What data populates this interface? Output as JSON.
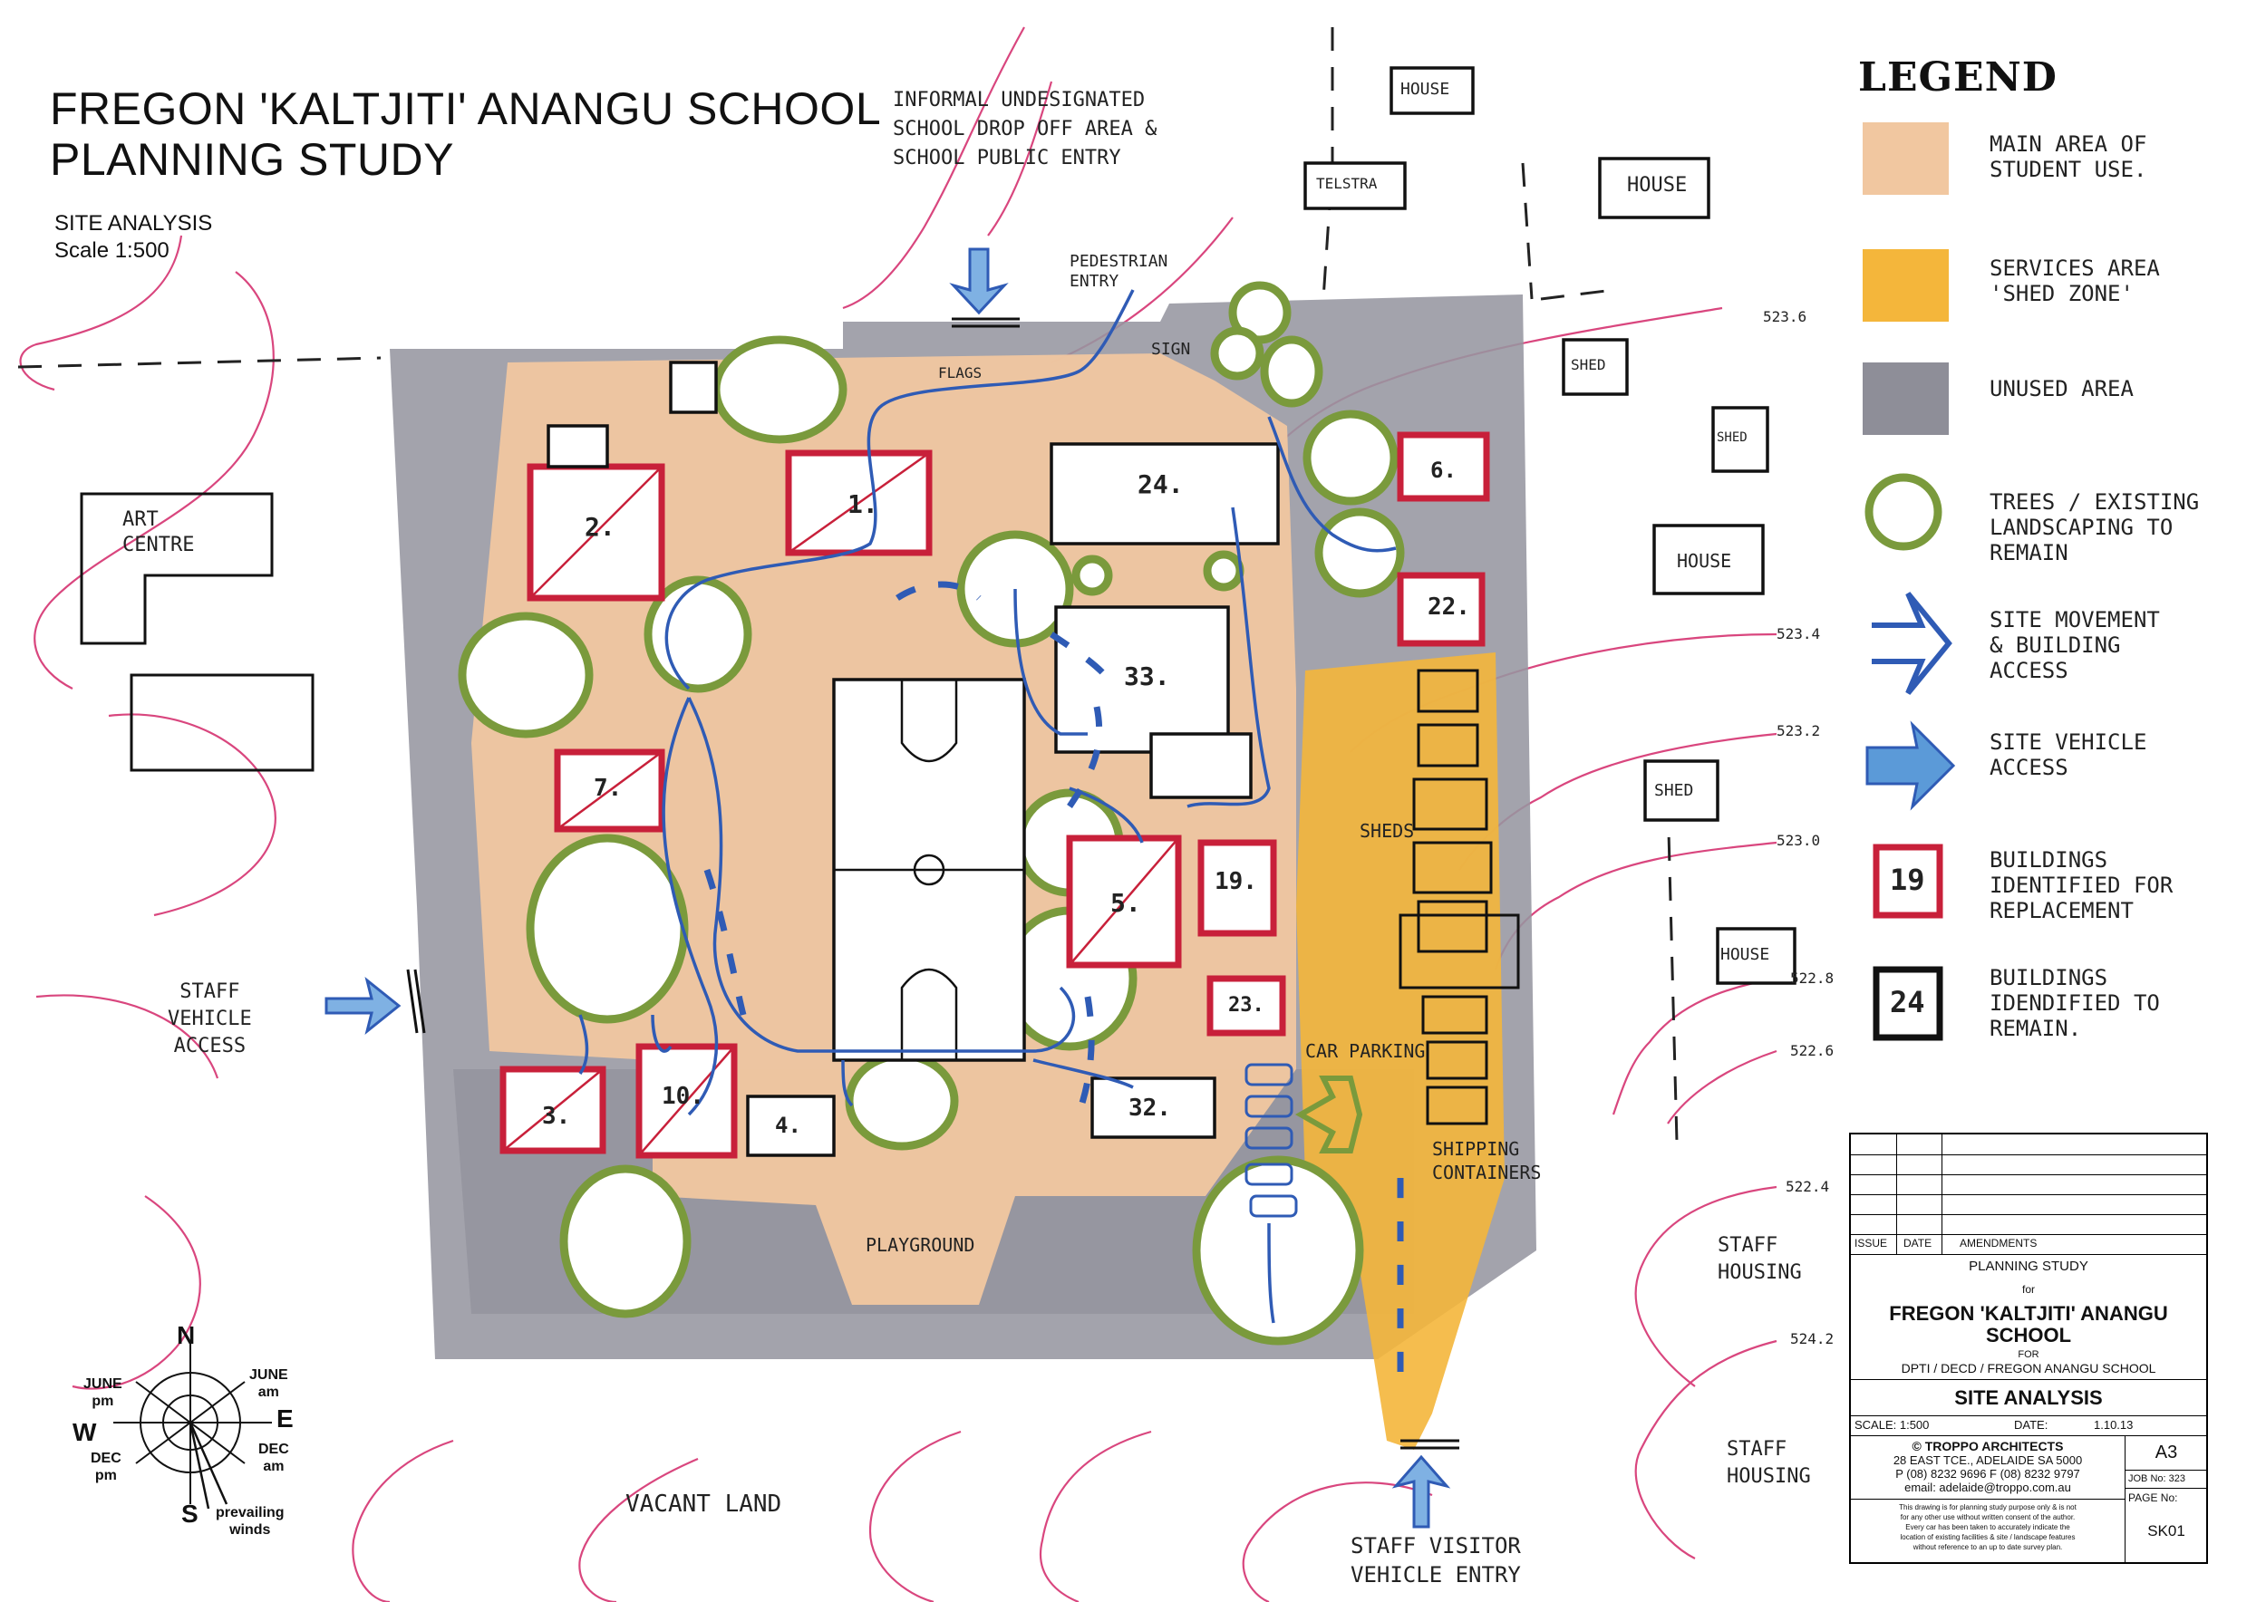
{
  "title_line1": "FREGON 'KALTJITI' ANANGU SCHOOL",
  "title_line2": "PLANNING STUDY",
  "subtitle_line1": "SITE ANALYSIS",
  "subtitle_line2": "Scale 1:500",
  "annotations": {
    "drop_off": [
      "INFORMAL UNDESIGNATED",
      "SCHOOL DROP OFF AREA &",
      "SCHOOL PUBLIC ENTRY"
    ],
    "pedestrian_entry": [
      "PEDESTRIAN",
      "ENTRY"
    ],
    "sign": "SIGN",
    "flags": "FLAGS",
    "art_centre": [
      "ART",
      "CENTRE"
    ],
    "staff_vehicle_access": [
      "STAFF",
      "VEHICLE",
      "ACCESS"
    ],
    "vacant_land": "VACANT LAND",
    "playground": "PLAYGROUND",
    "sheds": "SHEDS",
    "car_parking": "CAR PARKING",
    "shipping_containers": [
      "SHIPPING",
      "CONTAINERS"
    ],
    "staff_housing_1": [
      "STAFF",
      "HOUSING"
    ],
    "staff_housing_2": [
      "STAFF",
      "HOUSING"
    ],
    "staff_visitor_entry": [
      "STAFF VISITOR",
      "VEHICLE ENTRY"
    ],
    "house_top": "HOUSE",
    "telstra": "TELSTRA",
    "house_1": "HOUSE",
    "house_2": "HOUSE",
    "house_3": "HOUSE",
    "shed_1": "SHED",
    "shed_2": "SHED",
    "shed_3": "SHED"
  },
  "contours": [
    "523.6",
    "523.4",
    "523.2",
    "523.0",
    "522.8",
    "522.6",
    "522.4",
    "524.2"
  ],
  "buildings": {
    "b1": "1.",
    "b2": "2.",
    "b3": "3.",
    "b4": "4.",
    "b5": "5.",
    "b6": "6.",
    "b7": "7.",
    "b10": "10.",
    "b19": "19.",
    "b22": "22.",
    "b23": "23.",
    "b24": "24.",
    "b32": "32.",
    "b33": "33."
  },
  "compass": {
    "n": "N",
    "s": "S",
    "e": "E",
    "w": "W",
    "june_pm": [
      "JUNE",
      "pm"
    ],
    "june_am": [
      "JUNE",
      "am"
    ],
    "dec_pm": [
      "DEC",
      "pm"
    ],
    "dec_am": [
      "DEC",
      "am"
    ],
    "winds": [
      "prevailing",
      "winds"
    ]
  },
  "legend": {
    "title": "LEGEND",
    "items": [
      {
        "label": [
          "MAIN AREA OF",
          "STUDENT USE."
        ],
        "color": "#f2c9a4"
      },
      {
        "label": [
          "SERVICES AREA",
          "'SHED ZONE'"
        ],
        "color": "#f6bb44"
      },
      {
        "label": [
          "UNUSED AREA"
        ],
        "color": "#8e8e98"
      },
      {
        "label": [
          "TREES / EXISTING",
          "LANDSCAPING TO",
          "REMAIN"
        ],
        "color": "#7a9a3c"
      },
      {
        "label": [
          "SITE MOVEMENT",
          "& BUILDING",
          "ACCESS"
        ],
        "color": "#2f5bb5"
      },
      {
        "label": [
          "SITE VEHICLE",
          "ACCESS"
        ],
        "color": "#5b9ad8"
      },
      {
        "label": [
          "BUILDINGS",
          "IDENTIFIED FOR",
          "REPLACEMENT"
        ],
        "symbol": "19",
        "color": "#c8203a"
      },
      {
        "label": [
          "BUILDINGS",
          "IDENDIFIED TO",
          "REMAIN."
        ],
        "symbol": "24",
        "color": "#111111"
      }
    ]
  },
  "title_block": {
    "issue": "ISSUE",
    "date": "DATE",
    "amendments": "AMENDMENTS",
    "planning_study": "PLANNING STUDY",
    "for": "for",
    "school_line1": "FREGON 'KALTJITI' ANANGU",
    "school_line2": "SCHOOL",
    "for2": "FOR",
    "client": "DPTI / DECD / FREGON ANANGU SCHOOL",
    "drawing_title": "SITE ANALYSIS",
    "scale": "SCALE: 1:500",
    "date_label": "DATE:",
    "date_value": "1.10.13",
    "sheet": "A3",
    "firm": "© TROPPO ARCHITECTS",
    "address": "28 EAST TCE., ADELAIDE SA 5000",
    "phone": "P (08) 8232 9696 F (08) 8232 9797",
    "email": "email: adelaide@troppo.com.au",
    "job_no": "JOB No: 323",
    "page_no_label": "PAGE No:",
    "page_no": "SK01",
    "disclaimer": [
      "This drawing is for planning study purpose only & is not",
      "for any other use without written consent of the author.",
      "Every car has been taken to accurately indicate the",
      "location of existing facilities & site / landscape features",
      "without reference to an up to date survey plan."
    ]
  }
}
